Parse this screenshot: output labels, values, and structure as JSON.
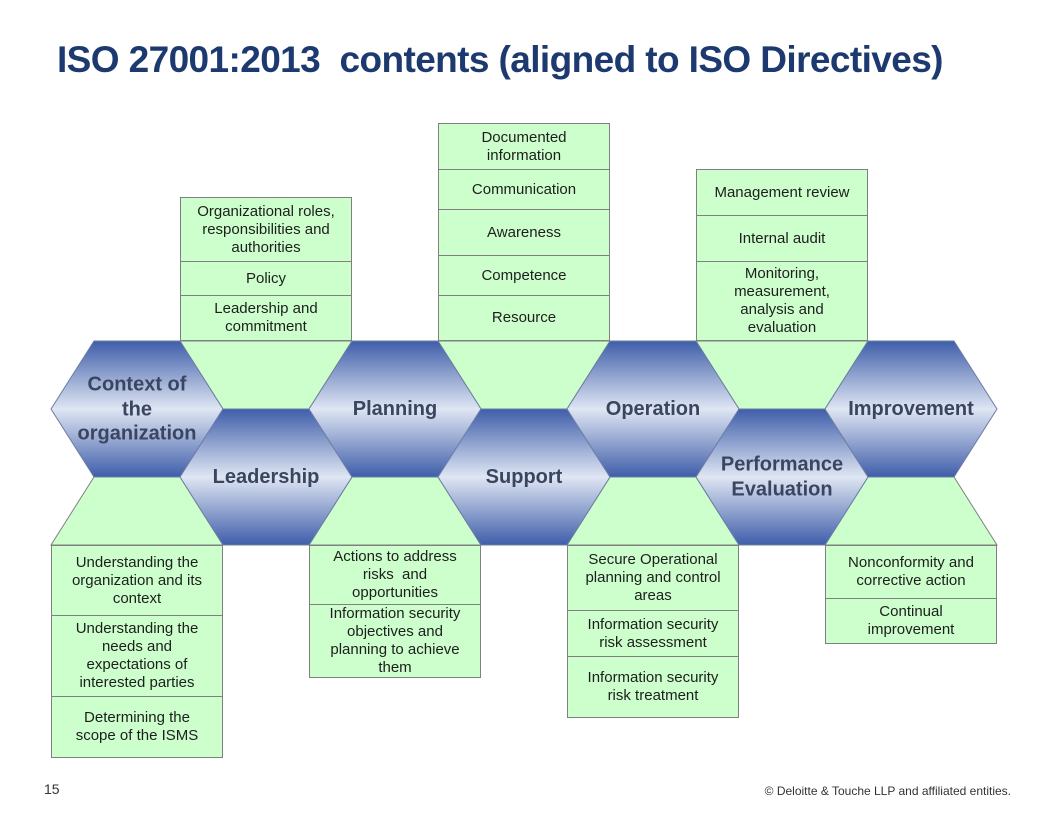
{
  "slide": {
    "title": "ISO 27001:2013  contents (aligned to ISO Directives)",
    "page_number": "15",
    "copyright": "© Deloitte & Touche LLP and affiliated entities."
  },
  "colors": {
    "title": "#1d3a70",
    "hexagon_edge_blue": "#3f5eaa",
    "hexagon_center_light": "#dfe6f3",
    "hexagon_text": "#3a4560",
    "box_fill": "#ccffcc",
    "box_border": "#808080"
  },
  "clauses": [
    {
      "name": "Context of\nthe\norganization",
      "items": [
        "Understanding the\norganization and its\ncontext",
        "Understanding the\nneeds and\nexpectations of\ninterested parties",
        "Determining the\nscope of the ISMS"
      ]
    },
    {
      "name": "Leadership",
      "items": [
        "Organizational roles,\nresponsibilities and\nauthorities",
        "Policy",
        "Leadership and\ncommitment"
      ]
    },
    {
      "name": "Planning",
      "items": [
        "Actions to address\nrisks  and\nopportunities",
        "Information security\nobjectives and\nplanning to achieve\nthem"
      ]
    },
    {
      "name": "Support",
      "items": [
        "Documented\ninformation",
        "Communication",
        "Awareness",
        "Competence",
        "Resource"
      ]
    },
    {
      "name": "Operation",
      "items": [
        "Secure Operational\nplanning and control\nareas",
        "Information security\nrisk assessment",
        "Information security\nrisk treatment"
      ]
    },
    {
      "name": "Performance\nEvaluation",
      "items": [
        "Management review",
        "Internal audit",
        "Monitoring,\nmeasurement,\nanalysis and\nevaluation"
      ]
    },
    {
      "name": "Improvement",
      "items": [
        "Nonconformity and\ncorrective action",
        "Continual\nimprovement"
      ]
    }
  ]
}
